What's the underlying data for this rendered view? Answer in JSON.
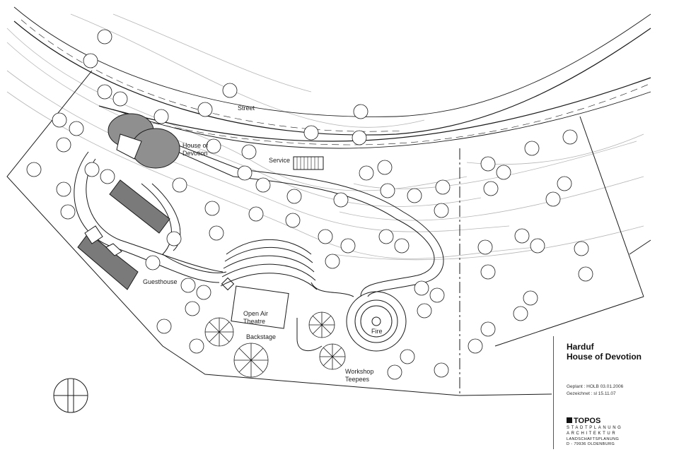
{
  "labels": {
    "street": "Street",
    "house_of_devotion": "House of\nDevotion",
    "service": "Service",
    "guesthouse": "Guesthouse",
    "open_air_theatre": "Open Air\nTheatre",
    "backstage": "Backstage",
    "fire": "Fire",
    "workshop_teepees": "Workshop\nTeepees"
  },
  "title_block": {
    "project": "Harduf",
    "subtitle": "House of Devotion",
    "planned": "Geplant : HOLB 03.01.2006",
    "drawn": "Gezeichnet : sl 15.11.07",
    "firm": "TOPOS",
    "firm_line1": "STADTPLANUNG",
    "firm_line2": "ARCHITEKTUR",
    "firm_line3": "LANDSCHAFTSPLANUNG",
    "firm_address": "D - 79936  OLDENBURG"
  },
  "colors": {
    "line": "#1a1a1a",
    "contour": "#b5b5b5",
    "roof_fill": "#7a7a7a",
    "dome_fill": "#8f8f8f"
  },
  "icons": [
    "north-arrow-icon",
    "tree-symbol-icon",
    "teepee-icon"
  ]
}
